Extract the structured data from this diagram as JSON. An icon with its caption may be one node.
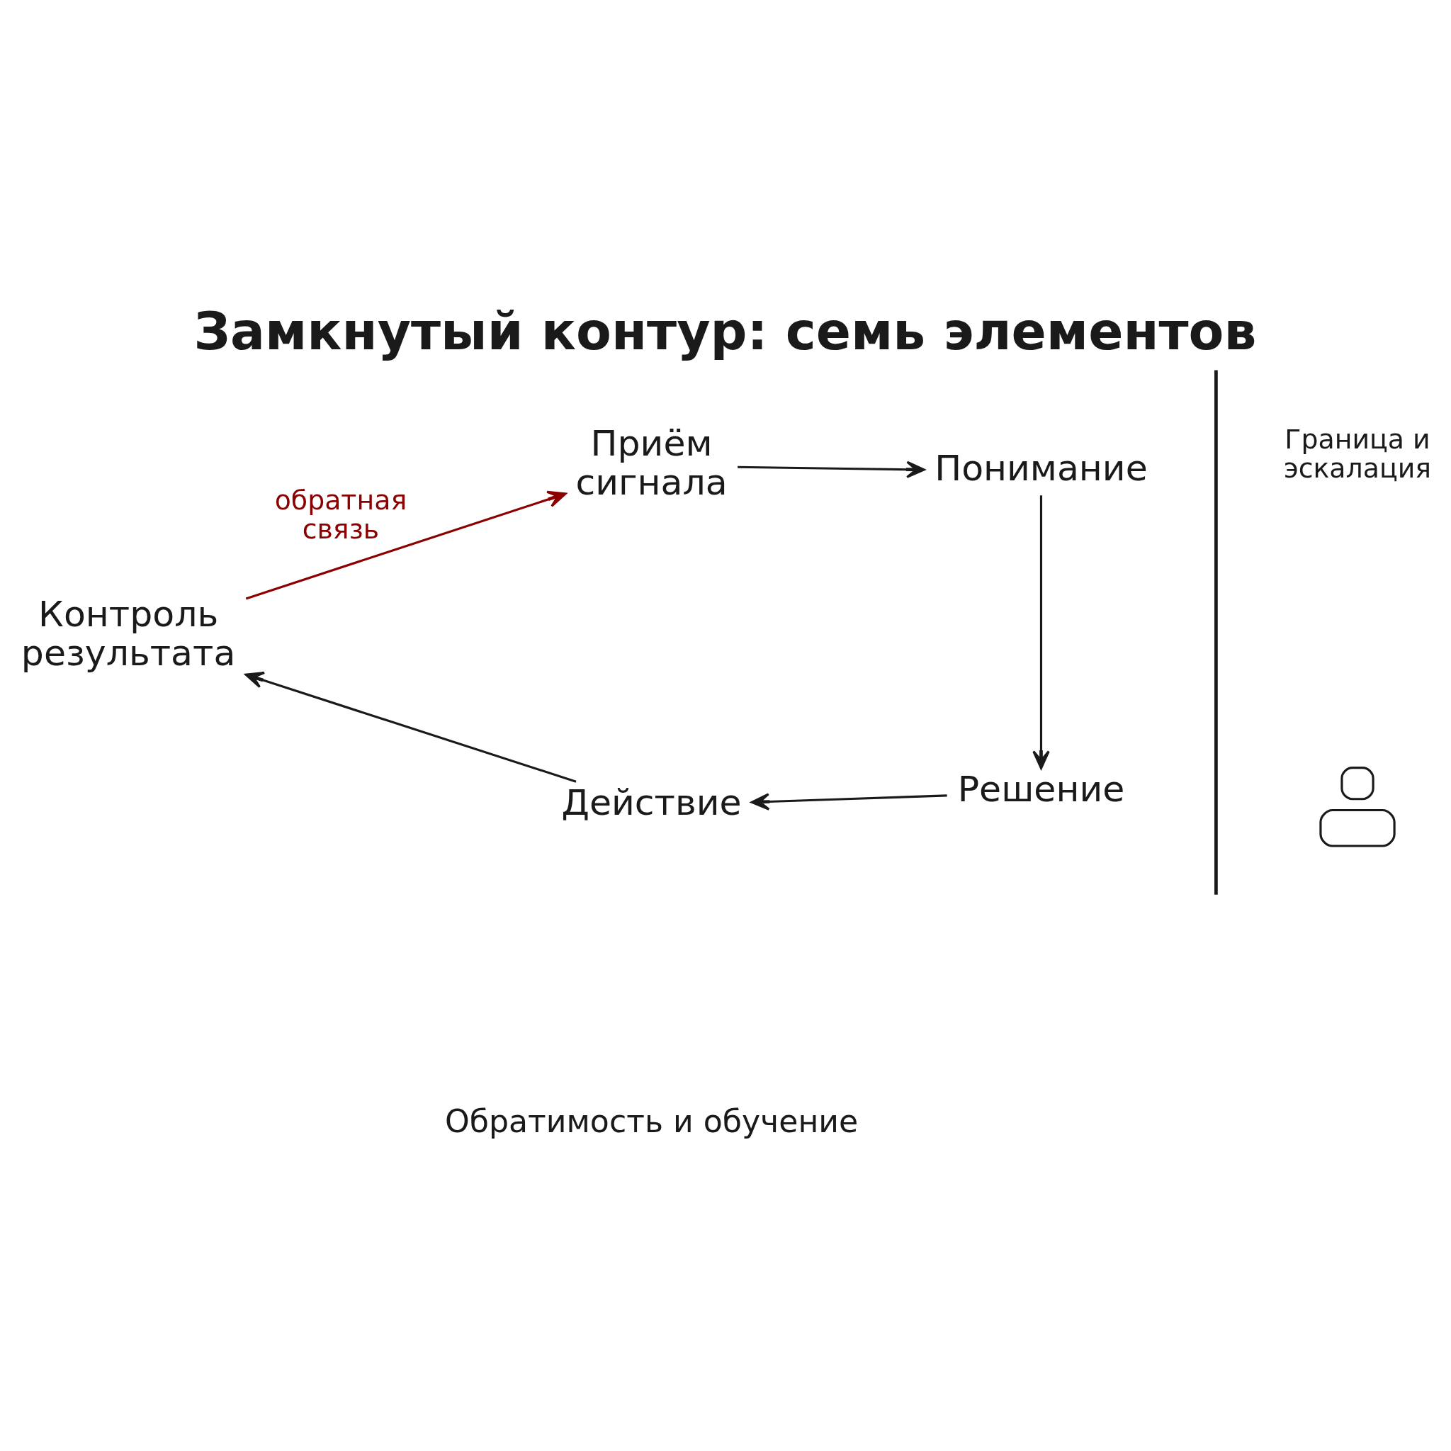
{
  "diagram": {
    "title": "Замкнутый контур: семь элементов",
    "nodes": [
      {
        "text": [
          "Приём сигнала"
        ]
      },
      {
        "text": [
          "Понимание"
        ]
      },
      {
        "text": [
          "Решение"
        ]
      },
      {
        "text": [
          "Действие"
        ]
      },
      {
        "text": [
          "Контроль результата"
        ]
      },
      {
        "text": [],
        "shape": "person"
      }
    ],
    "edges": [
      {
        "from": 0,
        "to": 1,
        "arrow": "to"
      },
      {
        "from": 1,
        "to": 2,
        "arrow": "to"
      },
      {
        "from": 2,
        "to": 3,
        "arrow": "to"
      },
      {
        "from": 3,
        "to": 4,
        "arrow": "to"
      },
      {
        "from": 4,
        "to": 0,
        "arrow": "to",
        "label": "обратная связь",
        "color": "#8b0000"
      }
    ],
    "labels": [
      "Граница и эскалация",
      "Обратимость и обучение"
    ]
  }
}
